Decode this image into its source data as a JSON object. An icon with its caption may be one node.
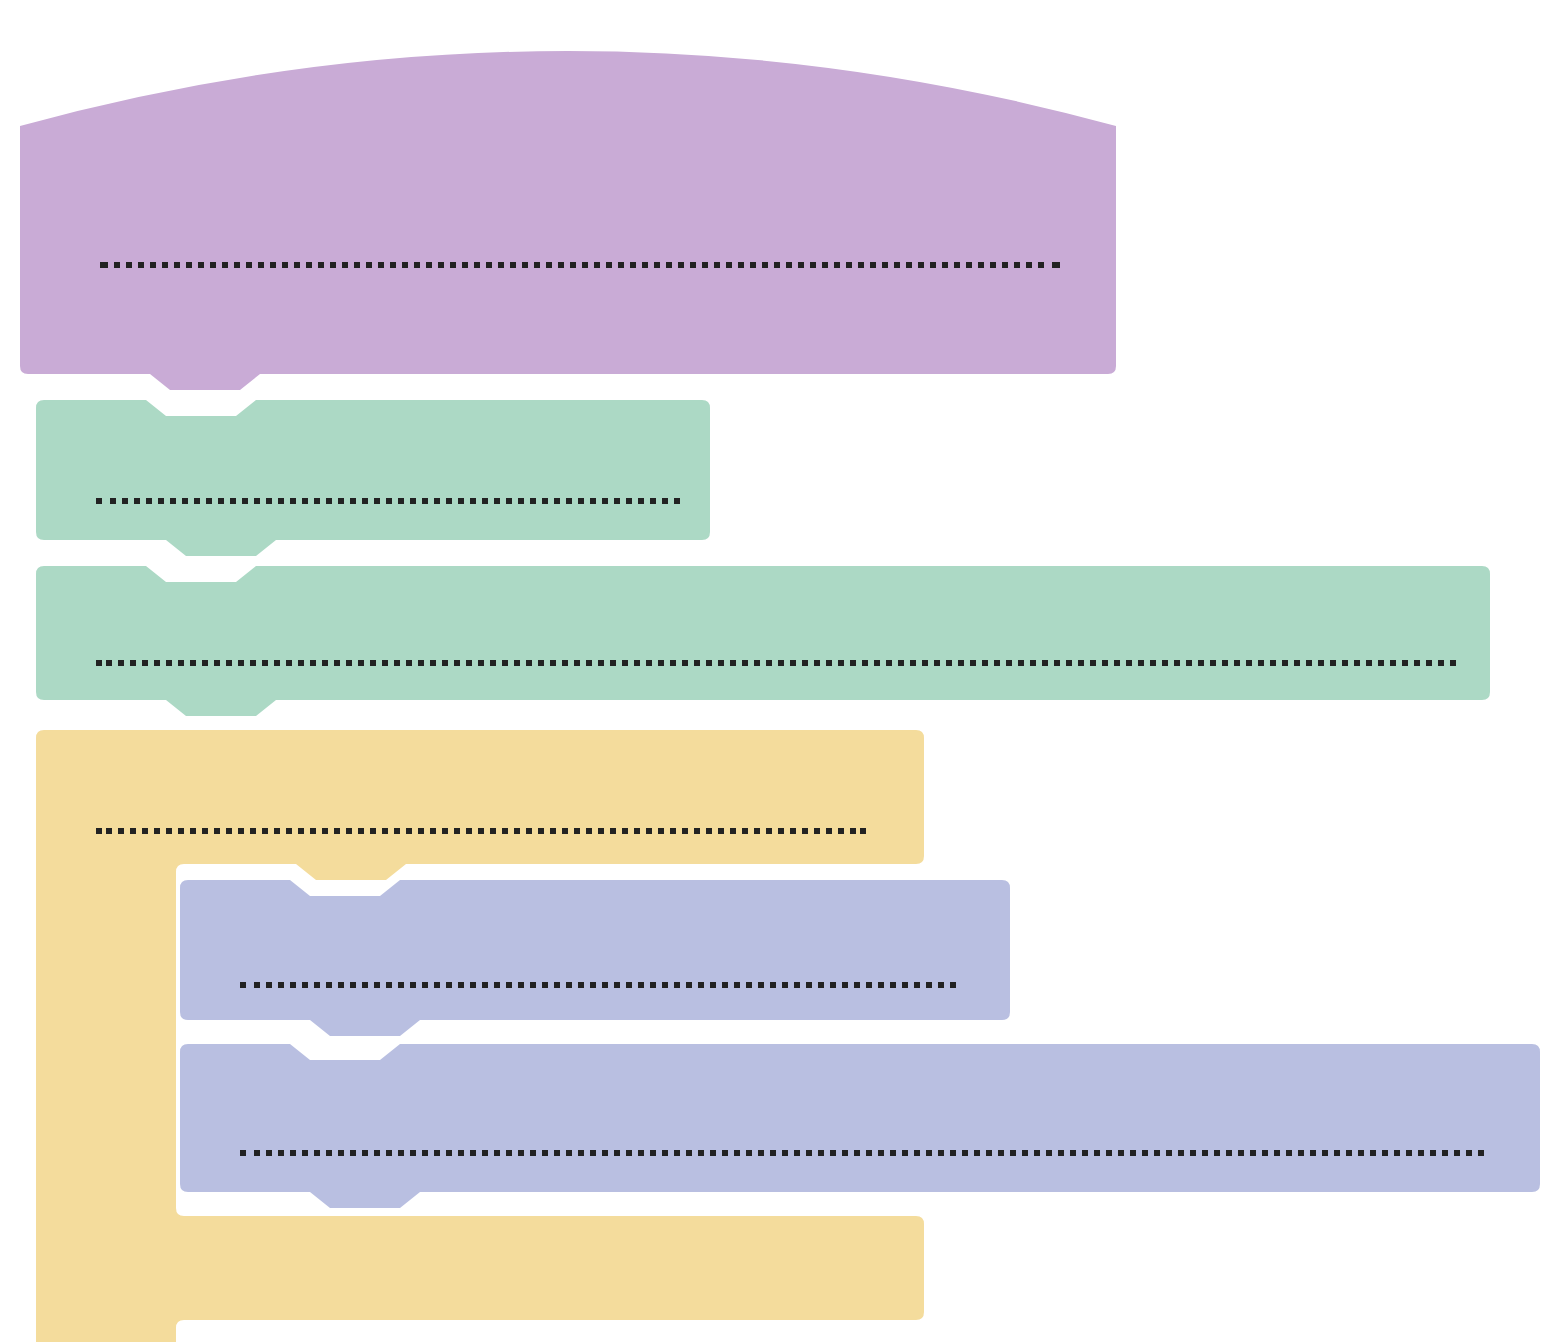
{
  "diagram": {
    "nodes": [
      {
        "text": [],
        "shape": "box"
      },
      {
        "text": [],
        "shape": "box"
      },
      {
        "text": [],
        "shape": "box"
      },
      {
        "text": [],
        "shape": "box"
      },
      {
        "text": [],
        "shape": "box",
        "in": 3
      },
      {
        "text": [],
        "shape": "box"
      }
    ]
  }
}
